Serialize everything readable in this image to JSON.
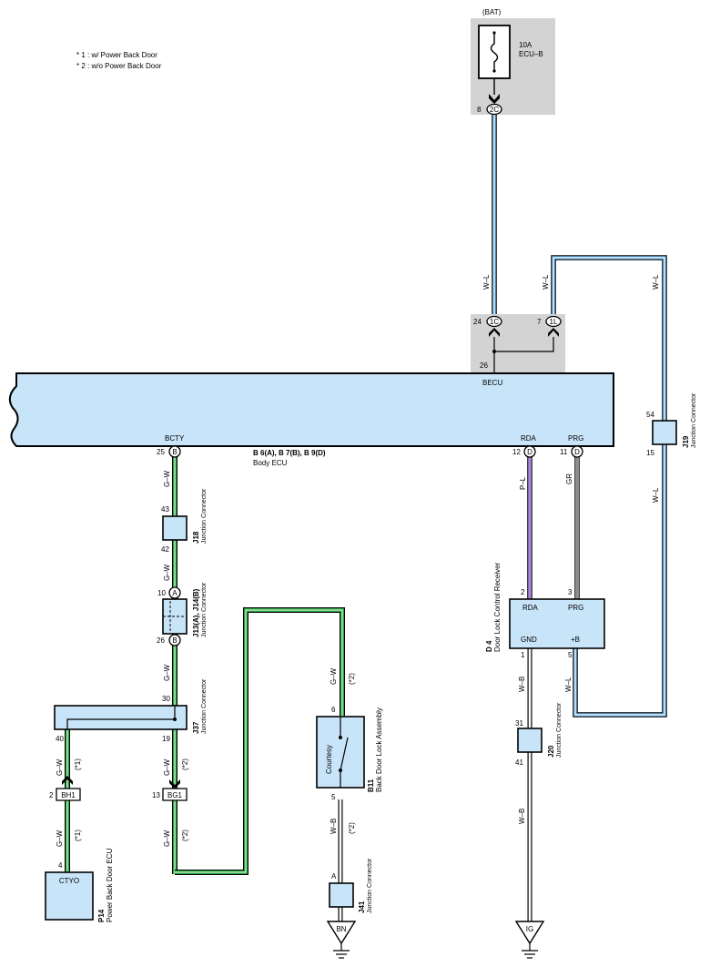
{
  "notes": [
    "* 1 : w/ Power Back Door",
    "* 2 : w/o Power Back Door"
  ],
  "fuse": {
    "source": "(BAT)",
    "rating": "10A",
    "name": "ECU–B",
    "pin": "8",
    "conn": "2C"
  },
  "junction_block": {
    "pin_left": "24",
    "conn_left": "1C",
    "pin_right": "7",
    "conn_right": "1L",
    "pin_bottom": "26"
  },
  "body_ecu": {
    "label": "BECU",
    "term_bcty": "BCTY",
    "term_rda": "RDA",
    "term_prg": "PRG",
    "pin_bcty": "25",
    "conn_bcty": "B",
    "pin_rda": "12",
    "conn_rda": "D",
    "pin_prg": "11",
    "conn_prg": "D",
    "connectors": "B 6(A), B 7(B), B 9(D)",
    "name": "Body ECU"
  },
  "wires": {
    "w_l": "W–L",
    "g_w": "G–W",
    "p_l": "P–L",
    "gr": "GR",
    "w_b": "W–B",
    "note1": "(*1)",
    "note2": "(*2)"
  },
  "j18": {
    "id": "J18",
    "name": "Junction Connector",
    "pin_top": "43",
    "pin_bottom": "42"
  },
  "j13": {
    "id": "J13(A), J14(B)",
    "name": "Junction Connector",
    "pin_top": "10",
    "conn_top": "A",
    "pin_bottom": "26",
    "conn_bottom": "B"
  },
  "j37": {
    "id": "J37",
    "name": "Junction Connector",
    "pin_top": "30",
    "pin_left": "40",
    "pin_right": "19"
  },
  "bh1": {
    "pin": "2",
    "conn": "BH1"
  },
  "bg1": {
    "pin": "13",
    "conn": "BG1"
  },
  "p14": {
    "id": "P14",
    "name": "Power Back Door ECU",
    "terminal": "CTYO",
    "pin": "4"
  },
  "b11": {
    "id": "B11",
    "name": "Back Door Lock Assembly",
    "switch": "Courtesy",
    "pin_top": "6",
    "pin_bottom": "5"
  },
  "j41": {
    "id": "J41",
    "name": "Junction Connector",
    "pin": "A"
  },
  "ground_bn": "BN",
  "ground_ig": "IG",
  "d4": {
    "id": "D 4",
    "name": "Door Lock Control Receiver",
    "term_rda": "RDA",
    "term_prg": "PRG",
    "term_gnd": "GND",
    "term_b": "+B",
    "pin_rda": "2",
    "pin_prg": "3",
    "pin_gnd": "1",
    "pin_b": "5"
  },
  "j19": {
    "id": "J19",
    "name": "Junction Connector",
    "pin_top": "54",
    "pin_bottom": "15"
  },
  "j20": {
    "id": "J20",
    "name": "Junction Connector",
    "pin_top": "31",
    "pin_bottom": "41"
  },
  "colors": {
    "wire_wl": "#5aa8dc",
    "wire_gw": "#22a33a",
    "wire_pl": "#c77dd6",
    "wire_gr": "#8c8c8c",
    "ecu_fill": "#c8e4f8",
    "block_fill": "#d3d3d3"
  }
}
